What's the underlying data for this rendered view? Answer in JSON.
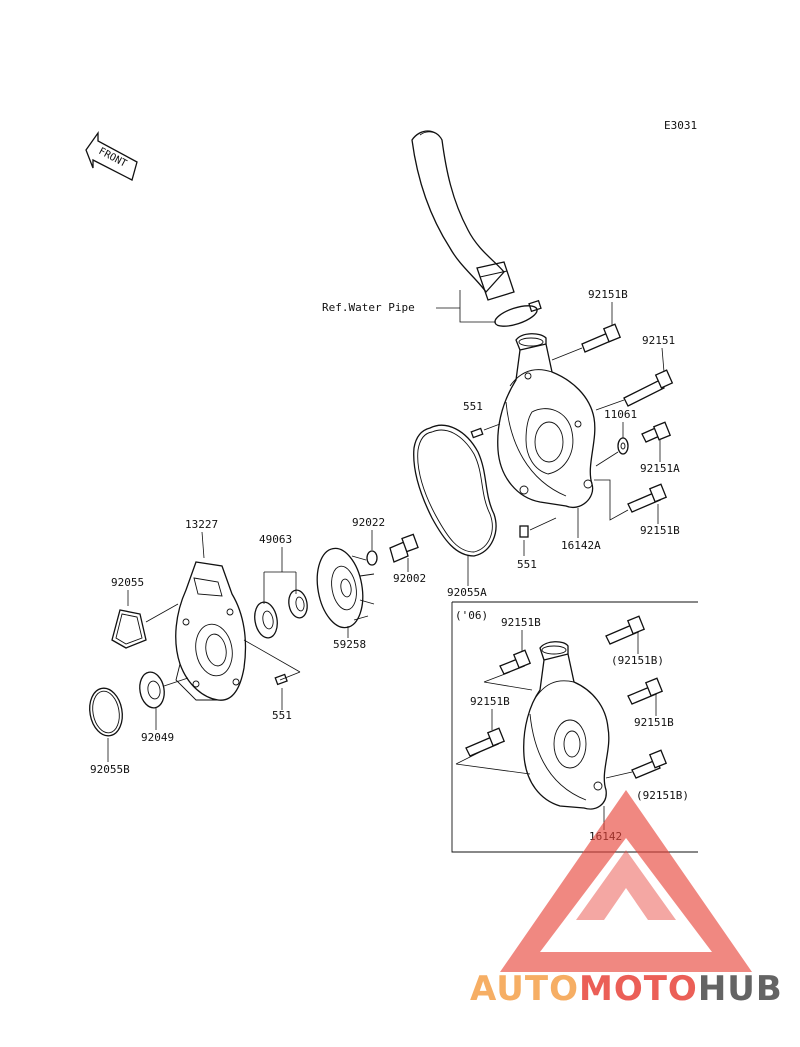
{
  "diagram_code": "E3031",
  "front_label": "FRONT",
  "ref_note": "Ref.Water Pipe",
  "inset_label": "('06)",
  "parts": {
    "p13227": "13227",
    "p49063": "49063",
    "p92055": "92055",
    "p92055B": "92055B",
    "p92049": "92049",
    "p551_left": "551",
    "p59258": "59258",
    "p92022": "92022",
    "p92002": "92002",
    "p92055A": "92055A",
    "p551_top": "551",
    "p551_mid": "551",
    "p16142A": "16142A",
    "p92151B_top": "92151B",
    "p92151_top": "92151",
    "p11061": "11061",
    "p92151A": "92151A",
    "p92151B_mid": "92151B",
    "inset_92151B_a": "92151B",
    "inset_92151B_b": "(92151B)",
    "inset_92151B_c": "92151B",
    "inset_92151B_d": "92151B",
    "inset_92151B_e": "(92151B)",
    "inset_16142": "16142"
  },
  "watermark": {
    "part1": "AUTO",
    "part2": "MOTO",
    "part3": "HUB",
    "color_orange": "#f5a04a",
    "color_red": "#e8443a",
    "color_dark": "#4a4a4a"
  }
}
